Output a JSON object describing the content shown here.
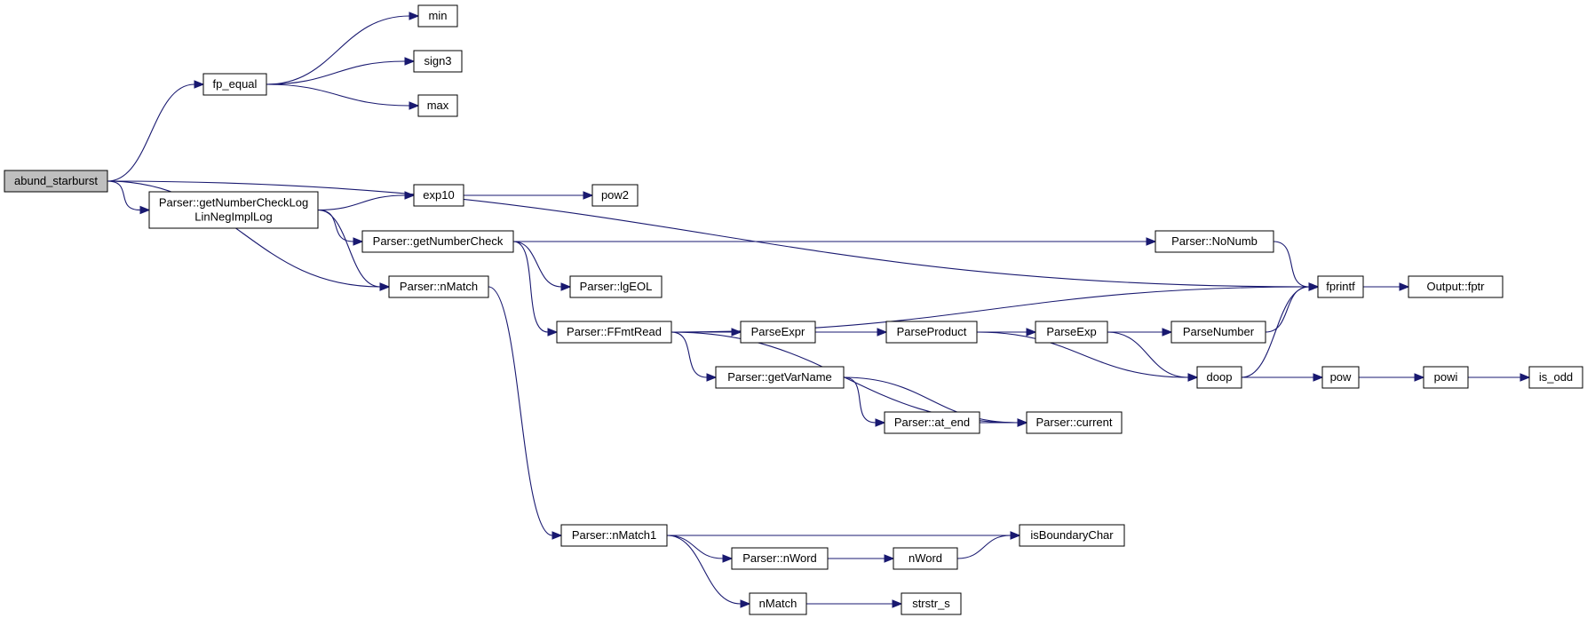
{
  "nodes": [
    {
      "id": "abund_starburst",
      "lines": [
        "abund_starburst"
      ],
      "root": true
    },
    {
      "id": "fp_equal",
      "lines": [
        "fp_equal"
      ]
    },
    {
      "id": "min",
      "lines": [
        "min"
      ]
    },
    {
      "id": "sign3",
      "lines": [
        "sign3"
      ]
    },
    {
      "id": "max",
      "lines": [
        "max"
      ]
    },
    {
      "id": "getNumberCheckLogLinNegImplLog",
      "lines": [
        "Parser::getNumberCheckLog",
        "LinNegImplLog"
      ]
    },
    {
      "id": "exp10",
      "lines": [
        "exp10"
      ]
    },
    {
      "id": "pow2",
      "lines": [
        "pow2"
      ]
    },
    {
      "id": "getNumberCheck",
      "lines": [
        "Parser::getNumberCheck"
      ]
    },
    {
      "id": "NoNumb",
      "lines": [
        "Parser::NoNumb"
      ]
    },
    {
      "id": "nMatch",
      "lines": [
        "Parser::nMatch"
      ]
    },
    {
      "id": "lgEOL",
      "lines": [
        "Parser::lgEOL"
      ]
    },
    {
      "id": "FFmtRead",
      "lines": [
        "Parser::FFmtRead"
      ]
    },
    {
      "id": "fprintf",
      "lines": [
        "fprintf"
      ]
    },
    {
      "id": "fptr",
      "lines": [
        "Output::fptr"
      ]
    },
    {
      "id": "ParseExpr",
      "lines": [
        "ParseExpr"
      ]
    },
    {
      "id": "ParseProduct",
      "lines": [
        "ParseProduct"
      ]
    },
    {
      "id": "ParseExp",
      "lines": [
        "ParseExp"
      ]
    },
    {
      "id": "ParseNumber",
      "lines": [
        "ParseNumber"
      ]
    },
    {
      "id": "getVarName",
      "lines": [
        "Parser::getVarName"
      ]
    },
    {
      "id": "doop",
      "lines": [
        "doop"
      ]
    },
    {
      "id": "pow",
      "lines": [
        "pow"
      ]
    },
    {
      "id": "powi",
      "lines": [
        "powi"
      ]
    },
    {
      "id": "is_odd",
      "lines": [
        "is_odd"
      ]
    },
    {
      "id": "at_end",
      "lines": [
        "Parser::at_end"
      ]
    },
    {
      "id": "current",
      "lines": [
        "Parser::current"
      ]
    },
    {
      "id": "nMatch1",
      "lines": [
        "Parser::nMatch1"
      ]
    },
    {
      "id": "isBoundaryChar",
      "lines": [
        "isBoundaryChar"
      ]
    },
    {
      "id": "nWordP",
      "lines": [
        "Parser::nWord"
      ]
    },
    {
      "id": "nWord",
      "lines": [
        "nWord"
      ]
    },
    {
      "id": "nMatchFn",
      "lines": [
        "nMatch"
      ]
    },
    {
      "id": "strstr_s",
      "lines": [
        "strstr_s"
      ]
    }
  ],
  "edges": [
    {
      "from": "abund_starburst",
      "to": "fp_equal"
    },
    {
      "from": "fp_equal",
      "to": "min"
    },
    {
      "from": "fp_equal",
      "to": "sign3"
    },
    {
      "from": "fp_equal",
      "to": "max"
    },
    {
      "from": "abund_starburst",
      "to": "fprintf"
    },
    {
      "from": "abund_starburst",
      "to": "getNumberCheckLogLinNegImplLog"
    },
    {
      "from": "abund_starburst",
      "to": "nMatch"
    },
    {
      "from": "getNumberCheckLogLinNegImplLog",
      "to": "exp10"
    },
    {
      "from": "exp10",
      "to": "pow2"
    },
    {
      "from": "getNumberCheckLogLinNegImplLog",
      "to": "getNumberCheck"
    },
    {
      "from": "getNumberCheckLogLinNegImplLog",
      "to": "nMatch"
    },
    {
      "from": "getNumberCheck",
      "to": "NoNumb"
    },
    {
      "from": "getNumberCheck",
      "to": "lgEOL"
    },
    {
      "from": "getNumberCheck",
      "to": "FFmtRead"
    },
    {
      "from": "NoNumb",
      "to": "fprintf"
    },
    {
      "from": "fprintf",
      "to": "fptr"
    },
    {
      "from": "FFmtRead",
      "to": "fprintf"
    },
    {
      "from": "FFmtRead",
      "to": "ParseExpr"
    },
    {
      "from": "FFmtRead",
      "to": "getVarName"
    },
    {
      "from": "FFmtRead",
      "to": "current"
    },
    {
      "from": "ParseExpr",
      "to": "ParseProduct"
    },
    {
      "from": "ParseProduct",
      "to": "ParseExp"
    },
    {
      "from": "ParseProduct",
      "to": "doop"
    },
    {
      "from": "ParseExp",
      "to": "ParseNumber"
    },
    {
      "from": "ParseExp",
      "to": "doop"
    },
    {
      "from": "ParseNumber",
      "to": "fprintf"
    },
    {
      "from": "doop",
      "to": "fprintf"
    },
    {
      "from": "doop",
      "to": "pow"
    },
    {
      "from": "pow",
      "to": "powi"
    },
    {
      "from": "powi",
      "to": "is_odd"
    },
    {
      "from": "getVarName",
      "to": "at_end"
    },
    {
      "from": "getVarName",
      "to": "current"
    },
    {
      "from": "at_end",
      "to": "current"
    },
    {
      "from": "nMatch",
      "to": "nMatch1"
    },
    {
      "from": "nMatch1",
      "to": "isBoundaryChar"
    },
    {
      "from": "nMatch1",
      "to": "nWordP"
    },
    {
      "from": "nMatch1",
      "to": "nMatchFn"
    },
    {
      "from": "nWordP",
      "to": "nWord"
    },
    {
      "from": "nWord",
      "to": "isBoundaryChar"
    },
    {
      "from": "nMatchFn",
      "to": "strstr_s"
    }
  ]
}
